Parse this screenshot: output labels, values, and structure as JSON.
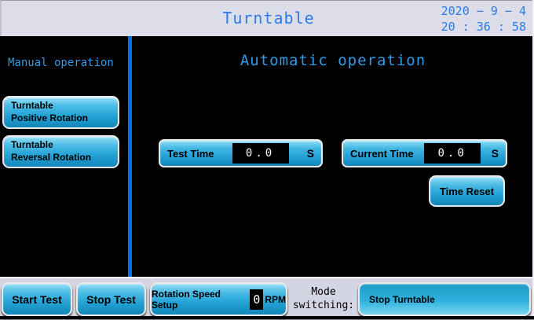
{
  "colors": {
    "accent_blue": "#2a7ce8",
    "cyan_blue_text": "#2e9be8",
    "header_bg": "#dcdde9",
    "footer_bg": "#d4d5e2",
    "screen_bg": "#000000",
    "divider_blue": "#0b6cea",
    "button_top": "#96dff5",
    "button_bottom": "#1286b8",
    "value_bg": "#000000",
    "value_text": "#ffffff"
  },
  "header": {
    "title": "Turntable",
    "date": "2020 − 9 − 4",
    "time": "20 : 36 : 58"
  },
  "sidebar": {
    "title": "Manual operation",
    "buttons": [
      {
        "line1": "Turntable",
        "line2": "Positive Rotation"
      },
      {
        "line1": "Turntable",
        "line2": "Reversal Rotation"
      }
    ]
  },
  "main": {
    "title": "Automatic operation",
    "test_time": {
      "label": "Test Time",
      "value": "0.0",
      "unit": "S"
    },
    "current_time": {
      "label": "Current Time",
      "value": "0.0",
      "unit": "S"
    },
    "time_reset_label": "Time Reset"
  },
  "footer": {
    "start_test_label": "Start Test",
    "stop_test_label": "Stop Test",
    "speed_setup_label": "Rotation Speed Setup",
    "speed_value": "0",
    "speed_unit": "RPM",
    "mode_label_line1": "Mode",
    "mode_label_line2": "switching:",
    "mode_selected": "Stop Turntable"
  }
}
